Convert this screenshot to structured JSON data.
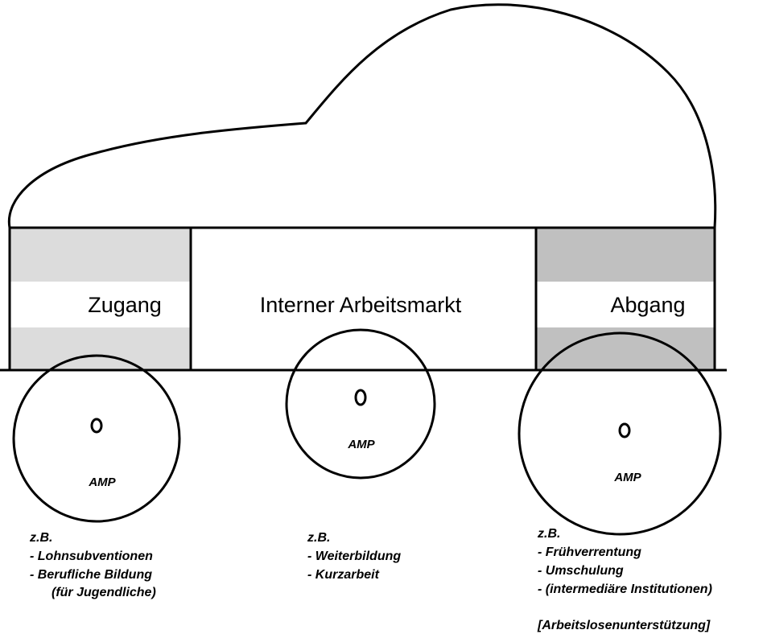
{
  "colors": {
    "stroke": "#000000",
    "zugang_fill": "#dcdcdc",
    "abgang_fill": "#c0c0c0",
    "band_fill": "#ffffff"
  },
  "sections": {
    "zugang": "Zugang",
    "intern": "Interner Arbeitsmarkt",
    "abgang": "Abgang"
  },
  "wheels": {
    "left": "AMP",
    "middle": "AMP",
    "right": "AMP"
  },
  "notes": {
    "left": [
      "z.B.",
      "- Lohnsubventionen",
      "- Berufliche Bildung",
      "(für Jugendliche)"
    ],
    "middle": [
      "z.B.",
      "- Weiterbildung",
      "- Kurzarbeit"
    ],
    "right": [
      "z.B.",
      "- Frühverrentung",
      "- Umschulung",
      "- (intermediäre Institutionen)"
    ],
    "footer": "[Arbeitslosenunterstützung]"
  }
}
